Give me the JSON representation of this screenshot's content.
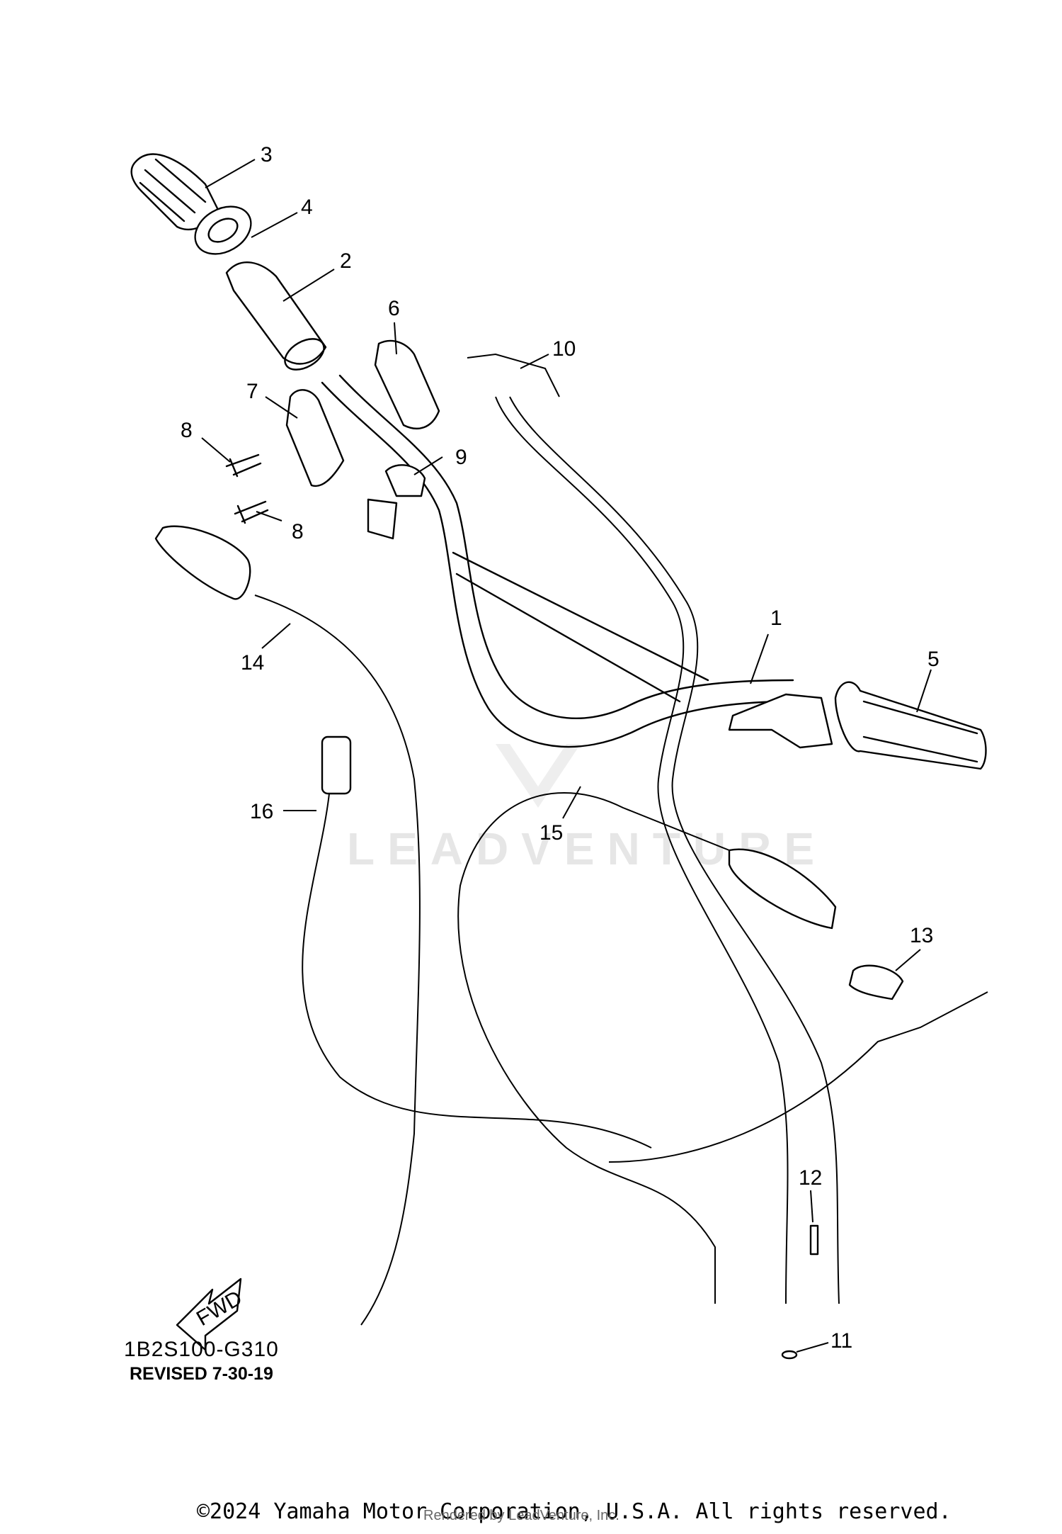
{
  "diagram": {
    "callouts": [
      "1",
      "2",
      "3",
      "4",
      "5",
      "6",
      "7",
      "8",
      "8",
      "9",
      "10",
      "11",
      "12",
      "13",
      "14",
      "15",
      "16"
    ],
    "direction_arrow": "FWD",
    "watermark": "LEADVENTURE",
    "diagram_code": "1B2S100-G310",
    "revision": "REVISED 7-30-19"
  },
  "footer": {
    "copyright": "©2024 Yamaha Motor Corporation, U.S.A. All rights reserved.",
    "rendered_by": "Rendered by LeadVenture, Inc."
  }
}
